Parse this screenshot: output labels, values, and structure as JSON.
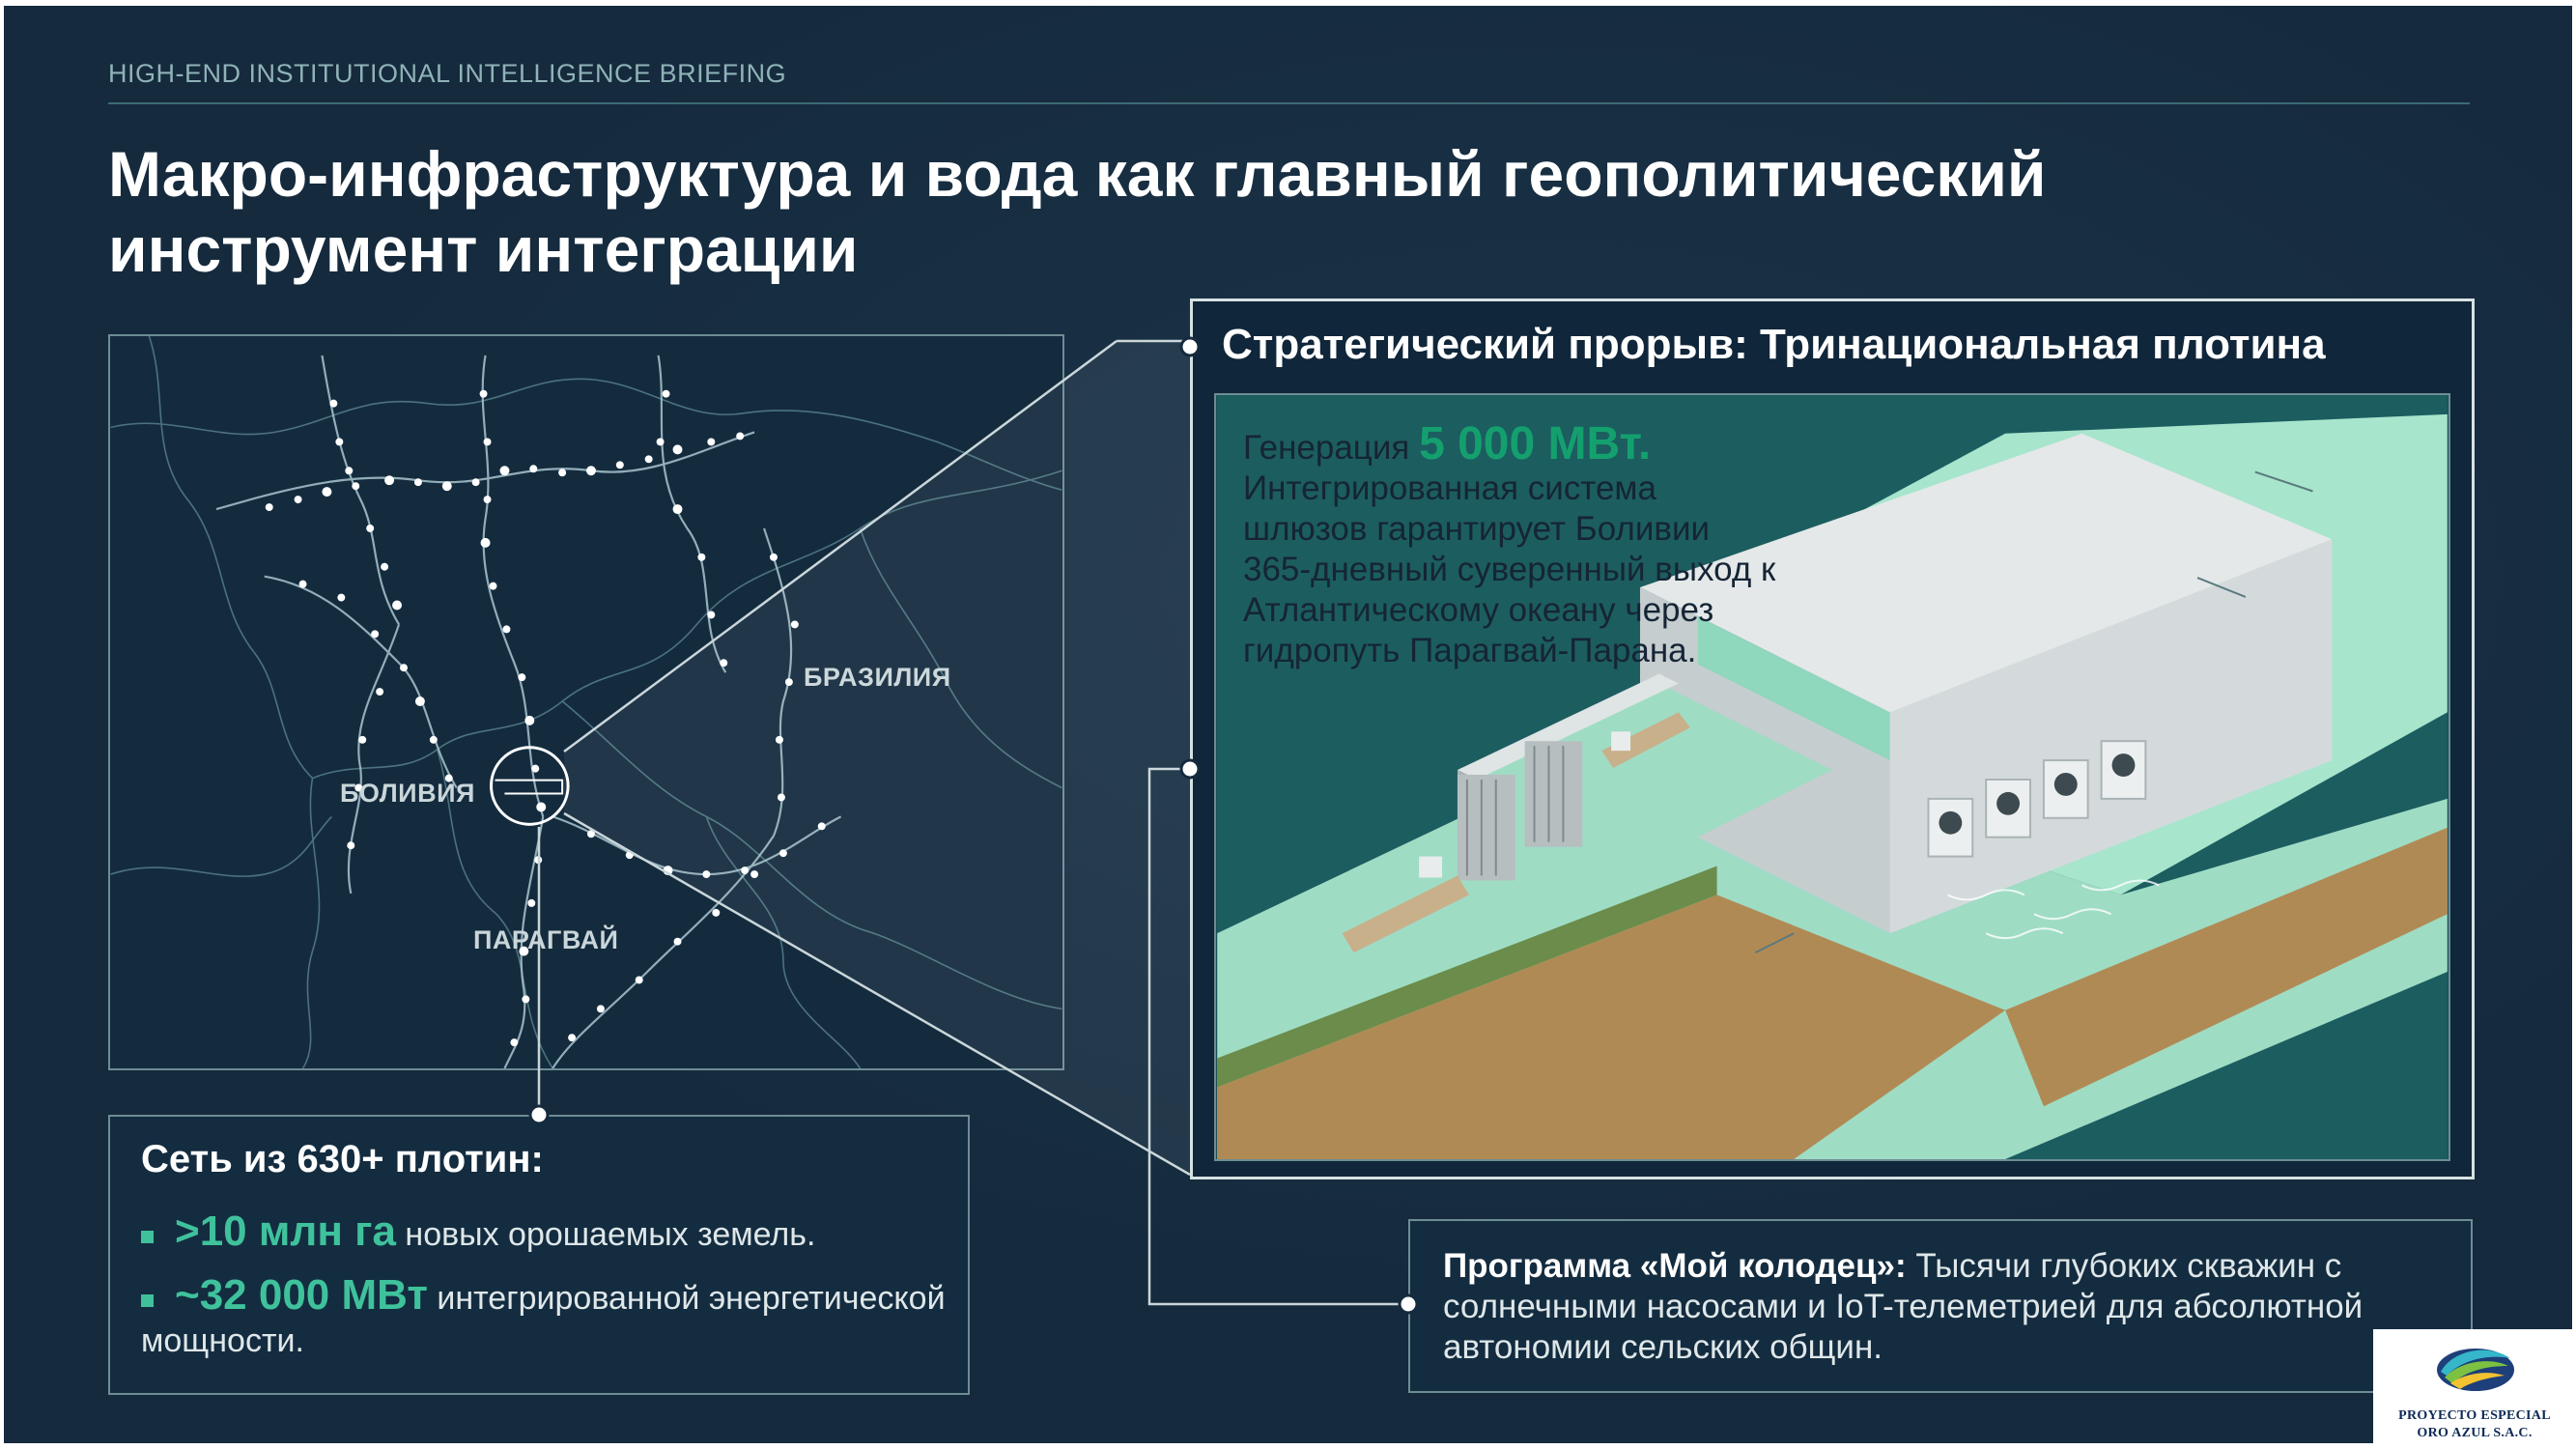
{
  "header": {
    "kicker": "HIGH-END INSTITUTIONAL INTELLIGENCE BRIEFING",
    "title": "Макро-инфраструктура и вода как главный геополитический инструмент интеграции"
  },
  "map": {
    "labels": {
      "brazil": "БРАЗИЛИЯ",
      "bolivia": "БОЛИВИЯ",
      "paraguay": "ПАРАГВАЙ"
    }
  },
  "dam": {
    "title": "Стратегический прорыв: Тринациональная плотина",
    "lead": "Генерация ",
    "highlight": "5 000 МВт.",
    "body": "Интегрированная система шлюзов гарантирует Боливии 365-дневный суверенный выход к Атлантическому океану через гидропуть Парагвай-Парана."
  },
  "network": {
    "title": "Сеть из 630+ плотин:",
    "items": [
      {
        "highlight": ">10 млн га",
        "text": " новых орошаемых земель."
      },
      {
        "highlight": "~32 000 МВт",
        "text": " интегрированной энергетической мощности."
      }
    ]
  },
  "wells": {
    "title": "Программа «Мой колодец»:",
    "text": " Тысячи глубоких скважин с солнечными насосами и IoT-телеметрией для абсолютной автономии сельских общин."
  },
  "logo": {
    "line1": "PROYECTO ESPECIAL",
    "line2": "ORO AZUL S.A.C."
  },
  "colors": {
    "background": "#152a3d",
    "accent": "#3fc29c",
    "panel_border": "#6d8d94"
  }
}
